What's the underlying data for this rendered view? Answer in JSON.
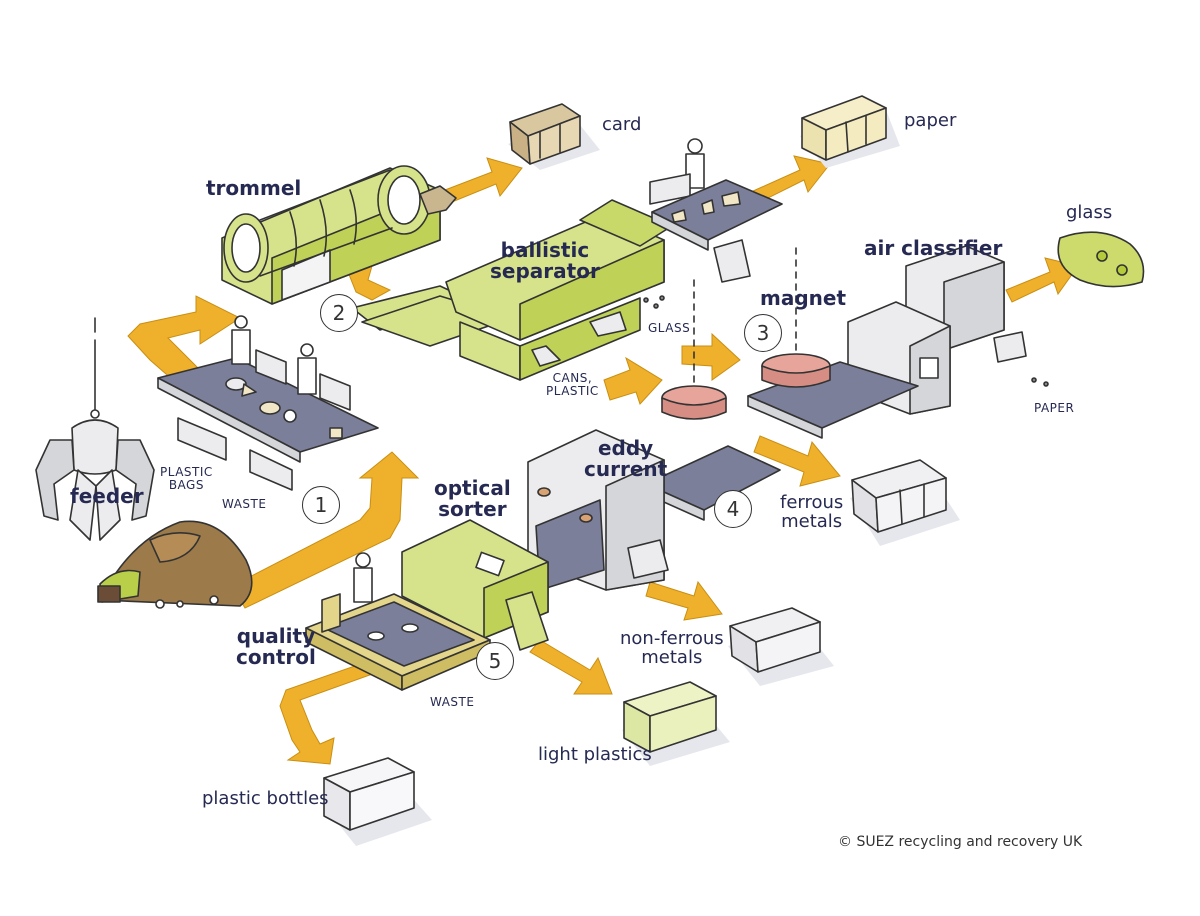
{
  "labels": {
    "feeder": "feeder",
    "trommel": "trommel",
    "ballistic_line1": "ballistic",
    "ballistic_line2": "separator",
    "air_classifier": "air classifier",
    "magnet": "magnet",
    "eddy_line1": "eddy",
    "eddy_line2": "current",
    "optical_line1": "optical",
    "optical_line2": "sorter",
    "quality_line1": "quality",
    "quality_line2": "control"
  },
  "outputs": {
    "card": "card",
    "paper": "paper",
    "glass": "glass",
    "ferrous_line1": "ferrous",
    "ferrous_line2": "metals",
    "nonferrous_line1": "non-ferrous",
    "nonferrous_line2": "metals",
    "light_plastics": "light plastics",
    "plastic_bottles": "plastic bottles"
  },
  "small_labels": {
    "plastic_bags_line1": "PLASTIC",
    "plastic_bags_line2": "BAGS",
    "waste_1": "WASTE",
    "glass_small": "GLASS",
    "cans_line1": "CANS,",
    "cans_line2": "PLASTIC",
    "paper_small": "PAPER",
    "waste_2": "WASTE"
  },
  "steps": [
    "1",
    "2",
    "3",
    "4",
    "5"
  ],
  "copyright": "© SUEZ recycling and recovery UK",
  "colors": {
    "arrow": "#efb02c",
    "machine_green": "#d7e38a",
    "machine_green_dark": "#a9bd3e",
    "machine_grey": "#e8e8ea",
    "belt": "#7c7f99",
    "magnet": "#e6a49a",
    "outline": "#333333",
    "label": "#262a52"
  }
}
